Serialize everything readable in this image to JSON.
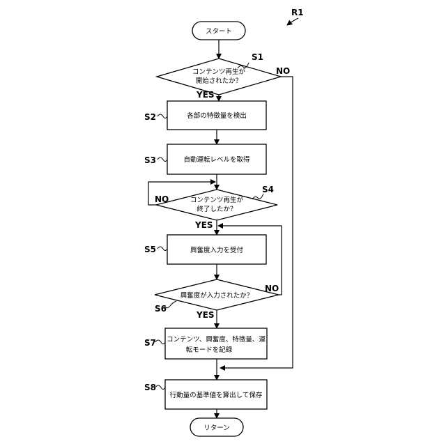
{
  "figure_ref": "R1",
  "start": "スタート",
  "end": "リターン",
  "yes": "YES",
  "no": "NO",
  "steps": {
    "s1": {
      "id": "S1",
      "line1": "コンテンツ再生が",
      "line2": "開始されたか？"
    },
    "s2": {
      "id": "S2",
      "text": "各部の特徴量を検出"
    },
    "s3": {
      "id": "S3",
      "text": "自動運転レベルを取得"
    },
    "s4": {
      "id": "S4",
      "line1": "コンテンツ再生が",
      "line2": "終了したか？"
    },
    "s5": {
      "id": "S5",
      "text": "興奮度入力を受付"
    },
    "s6": {
      "id": "S6",
      "text": "興奮度が入力されたか？"
    },
    "s7": {
      "id": "S7",
      "line1": "コンテンツ、興奮度、特徴量、運",
      "line2": "転モードを記録"
    },
    "s8": {
      "id": "S8",
      "text": "行動量の基準値を算出して保存"
    }
  }
}
